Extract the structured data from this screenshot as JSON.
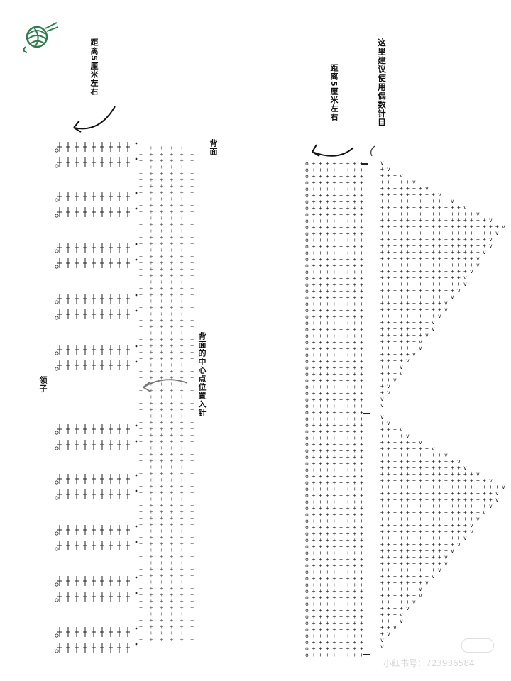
{
  "logo": {
    "name": "yarn-ball-logo",
    "color": "#2e7d4f"
  },
  "notes": {
    "distance_left": "距离5厘米左右",
    "distance_right": "距离5厘米左右",
    "even_stitches": "这里建议使用偶数针目",
    "back": "背面",
    "center_back": "背面的中心点位置入针",
    "collar": "领子"
  },
  "watermarks": {
    "bottom": "小红书号：723936584"
  },
  "symbols": {
    "chain": "o",
    "single_crochet": "+",
    "increase": "v",
    "double_crochet": "T",
    "ring": "°"
  }
}
